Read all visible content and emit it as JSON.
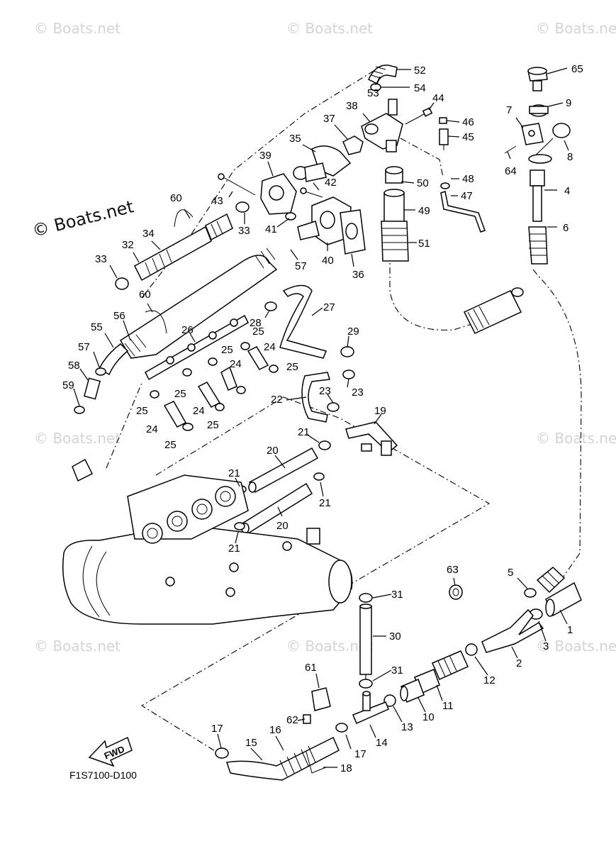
{
  "watermarks": [
    "© Boats.net",
    "© Boats.net",
    "© Boats.net",
    "© Boats.net",
    "© Boats.net",
    "© Boats.net",
    "© Boats.net",
    "© Boats.net"
  ],
  "copyright": "© Boats.net",
  "fwd_label": "FWD",
  "diagram_code": "F1S7100-D100",
  "callouts": [
    "52",
    "53",
    "54",
    "44",
    "46",
    "45",
    "38",
    "37",
    "35",
    "39",
    "43",
    "42",
    "33",
    "60",
    "34",
    "32",
    "33",
    "41",
    "57",
    "40",
    "36",
    "48",
    "50",
    "47",
    "49",
    "51",
    "65",
    "9",
    "7",
    "8",
    "64",
    "4",
    "6",
    "60",
    "56",
    "55",
    "57",
    "58",
    "59",
    "26",
    "27",
    "28",
    "25",
    "25",
    "24",
    "29",
    "25",
    "24",
    "25",
    "24",
    "25",
    "24",
    "25",
    "25",
    "22",
    "23",
    "23",
    "21",
    "19",
    "20",
    "21",
    "21",
    "20",
    "21",
    "63",
    "31",
    "30",
    "31",
    "61",
    "62",
    "17",
    "16",
    "15",
    "18",
    "17",
    "14",
    "13",
    "10",
    "11",
    "12",
    "2",
    "5",
    "3",
    "1"
  ]
}
